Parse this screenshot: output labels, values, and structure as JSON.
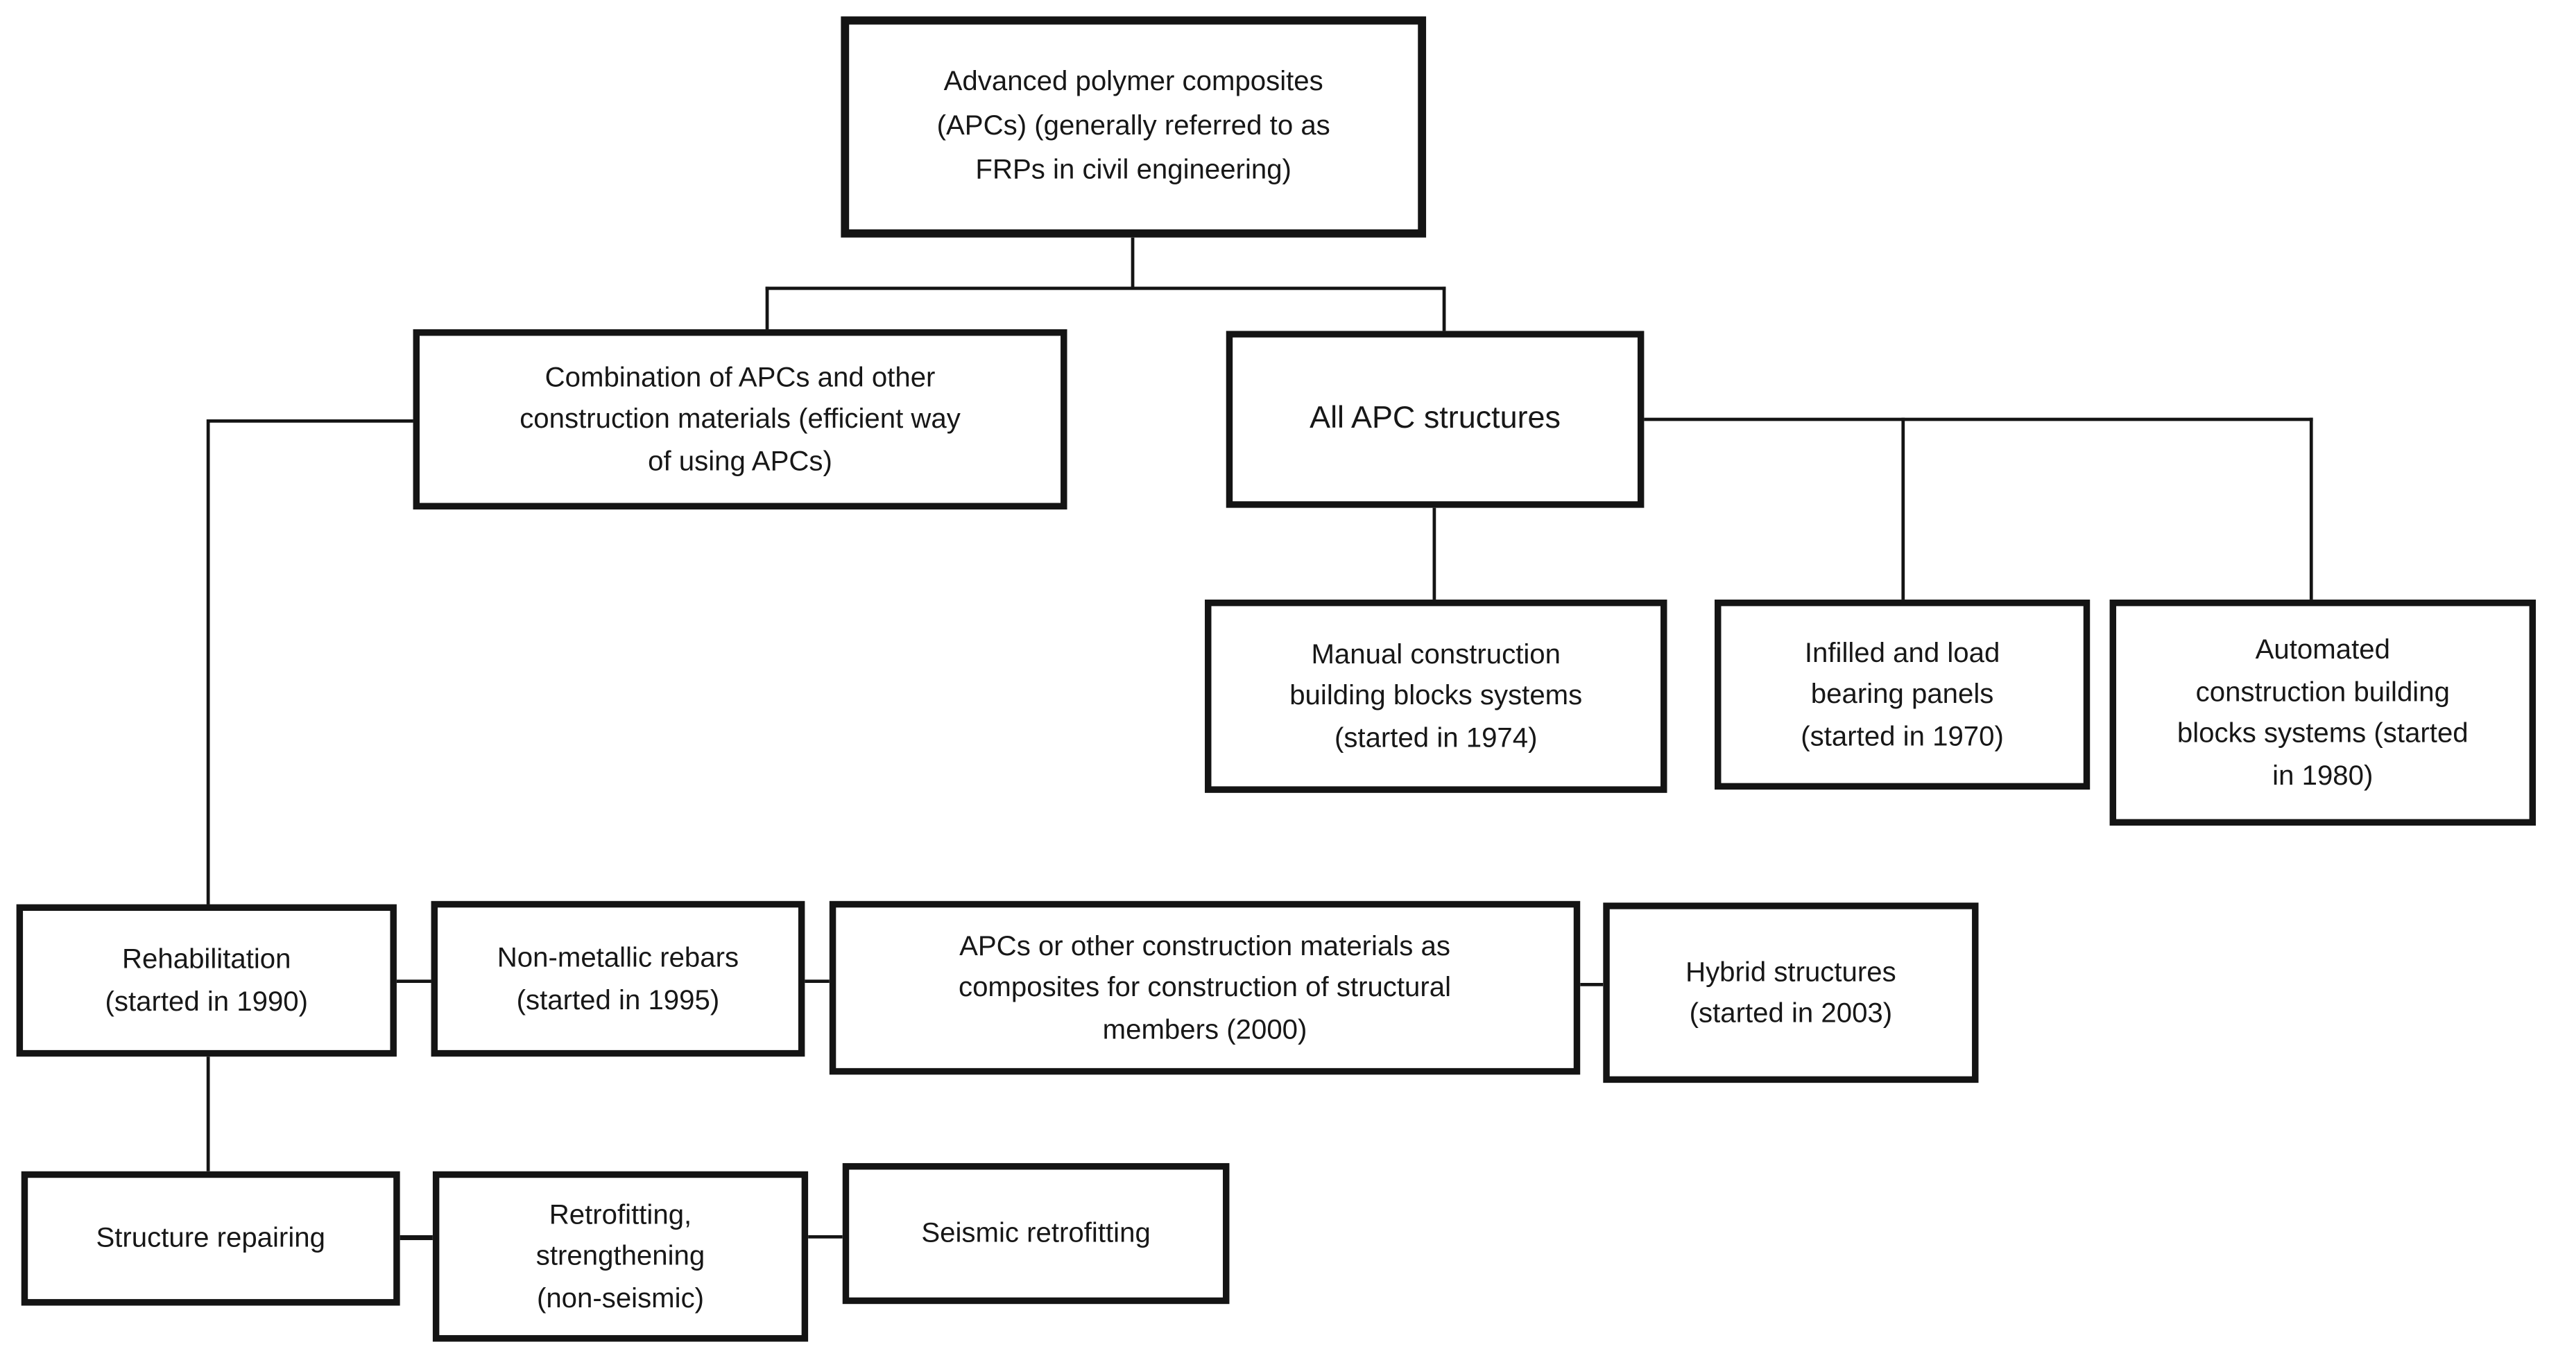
{
  "diagram": {
    "title": "APC / FRP structures classification flowchart",
    "colors": {
      "border": "#141414",
      "line": "#141414",
      "text": "#171717",
      "background": "#ffffff"
    },
    "nodes": {
      "root": {
        "label": "Advanced polymer composites\n(APCs) (generally referred to as\nFRPs in civil engineering)"
      },
      "combination": {
        "label": "Combination of APCs and other\nconstruction materials (efficient way\nof using APCs)"
      },
      "all_apc": {
        "label": "All APC structures"
      },
      "manual": {
        "label": "Manual construction\nbuilding blocks systems\n(started in 1974)"
      },
      "infilled": {
        "label": "Infilled and load\nbearing panels\n(started in 1970)"
      },
      "automated": {
        "label": "Automated\nconstruction building\nblocks systems (started\nin 1980)"
      },
      "rehabilitation": {
        "label": "Rehabilitation\n(started in 1990)"
      },
      "non_metallic": {
        "label": "Non-metallic rebars\n(started in 1995)"
      },
      "apcs_structural": {
        "label": "APCs or other construction materials as\ncomposites for construction of structural\nmembers (2000)"
      },
      "hybrid": {
        "label": "Hybrid structures\n(started in 2003)"
      },
      "structure_repairing": {
        "label": "Structure repairing"
      },
      "retrofitting": {
        "label": "Retrofitting,\nstrengthening\n(non-seismic)"
      },
      "seismic": {
        "label": "Seismic retrofitting"
      }
    },
    "edges": [
      {
        "from": "root",
        "to": "combination"
      },
      {
        "from": "root",
        "to": "all_apc"
      },
      {
        "from": "all_apc",
        "to": "manual"
      },
      {
        "from": "all_apc",
        "to": "infilled"
      },
      {
        "from": "all_apc",
        "to": "automated"
      },
      {
        "from": "combination",
        "to": "rehabilitation"
      },
      {
        "from": "rehabilitation",
        "to": "non_metallic"
      },
      {
        "from": "non_metallic",
        "to": "apcs_structural"
      },
      {
        "from": "apcs_structural",
        "to": "hybrid"
      },
      {
        "from": "rehabilitation",
        "to": "structure_repairing"
      },
      {
        "from": "structure_repairing",
        "to": "retrofitting"
      },
      {
        "from": "retrofitting",
        "to": "seismic"
      }
    ]
  }
}
